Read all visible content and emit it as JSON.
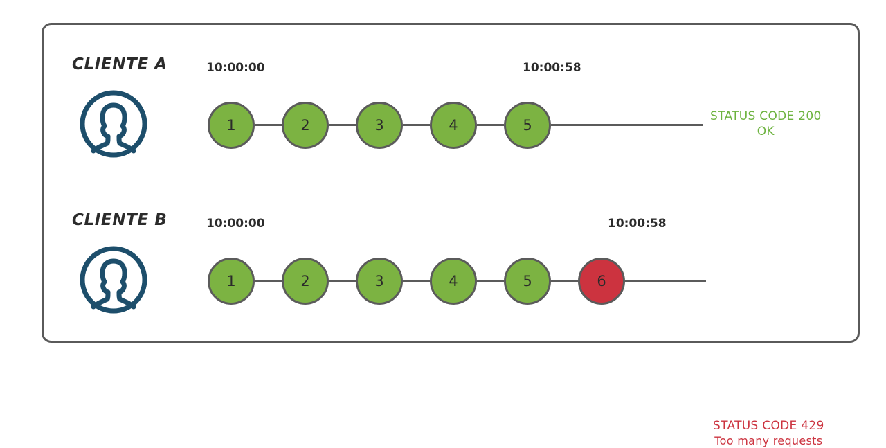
{
  "diagram": {
    "title": "Rate limiting client request timeline",
    "colors": {
      "frame_border": "#5a5a5a",
      "node_ok": "#7cb342",
      "node_error": "#cc333f",
      "node_stroke": "#5b5b5b",
      "avatar": "#1d4e6b",
      "status_ok_text": "#6db33f",
      "status_error_text": "#cc333f"
    },
    "rows": [
      {
        "id": "client-a",
        "label": "CLIENTE A",
        "avatar_icon": "user-avatar-icon",
        "time_start": "10:00:00",
        "time_end": "10:00:58",
        "nodes": [
          {
            "label": "1",
            "state": "ok"
          },
          {
            "label": "2",
            "state": "ok"
          },
          {
            "label": "3",
            "state": "ok"
          },
          {
            "label": "4",
            "state": "ok"
          },
          {
            "label": "5",
            "state": "ok"
          }
        ],
        "status": {
          "line1": "STATUS CODE 200",
          "line2": "OK",
          "state": "ok"
        }
      },
      {
        "id": "client-b",
        "label": "CLIENTE B",
        "avatar_icon": "user-avatar-icon",
        "time_start": "10:00:00",
        "time_end": "10:00:58",
        "nodes": [
          {
            "label": "1",
            "state": "ok"
          },
          {
            "label": "2",
            "state": "ok"
          },
          {
            "label": "3",
            "state": "ok"
          },
          {
            "label": "4",
            "state": "ok"
          },
          {
            "label": "5",
            "state": "ok"
          },
          {
            "label": "6",
            "state": "error"
          }
        ],
        "status": {
          "line1": "STATUS CODE 429",
          "line2": "Too many requests",
          "state": "error"
        }
      }
    ]
  }
}
